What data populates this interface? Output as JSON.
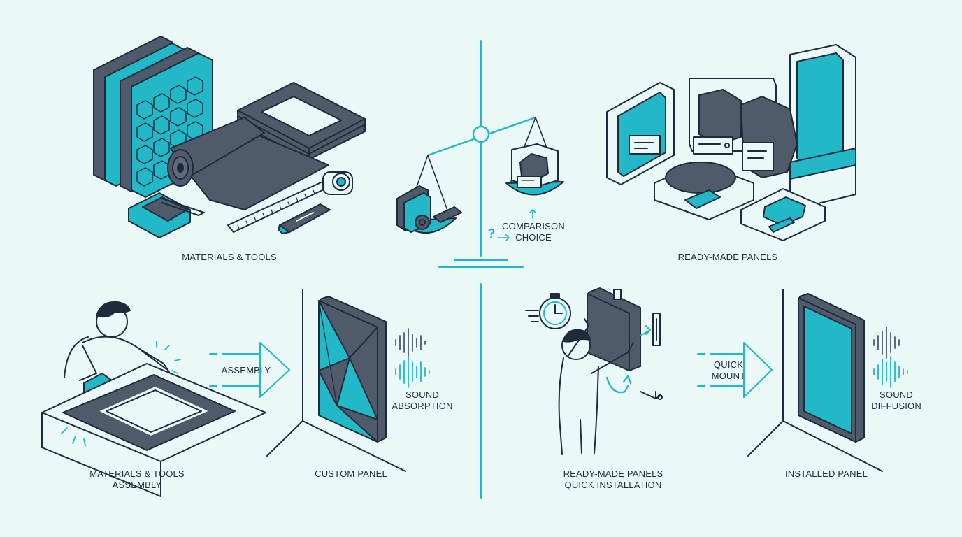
{
  "colors": {
    "background": "#eaf8f7",
    "teal": "#22b8c8",
    "slate": "#4f5a6b",
    "ink": "#1d2b3a"
  },
  "top": {
    "left_caption": "MATERIALS & TOOLS",
    "right_caption": "READY-MADE PANELS",
    "comparison": {
      "symbol": "?",
      "line1": "COMPARISON",
      "line2": "CHOICE"
    }
  },
  "bottom_left": {
    "step1": {
      "line1": "MATERIALS & TOOLS",
      "line2": "ASSEMBLY"
    },
    "arrow_label": "ASSEMBLY",
    "result": "CUSTOM PANEL",
    "effect": {
      "line1": "SOUND",
      "line2": "ABSORPTION"
    }
  },
  "bottom_right": {
    "step1": {
      "line1": "READY-MADE PANELS",
      "line2": "QUICK INSTALLATION"
    },
    "arrow_label": {
      "line1": "QUICK",
      "line2": "MOUNT"
    },
    "result": "INSTALLED PANEL",
    "effect": {
      "line1": "SOUND",
      "line2": "DIFFUSION"
    }
  },
  "icons": [
    "acoustic-foam-stack-icon",
    "fabric-roll-icon",
    "wood-frame-icon",
    "staple-gun-icon",
    "tape-measure-icon",
    "utility-knife-icon",
    "balance-scale-icon",
    "ready-panel-boxes-icon",
    "person-stapling-icon",
    "person-mounting-icon",
    "stopwatch-icon",
    "sound-wave-icon",
    "bracket-icon"
  ]
}
